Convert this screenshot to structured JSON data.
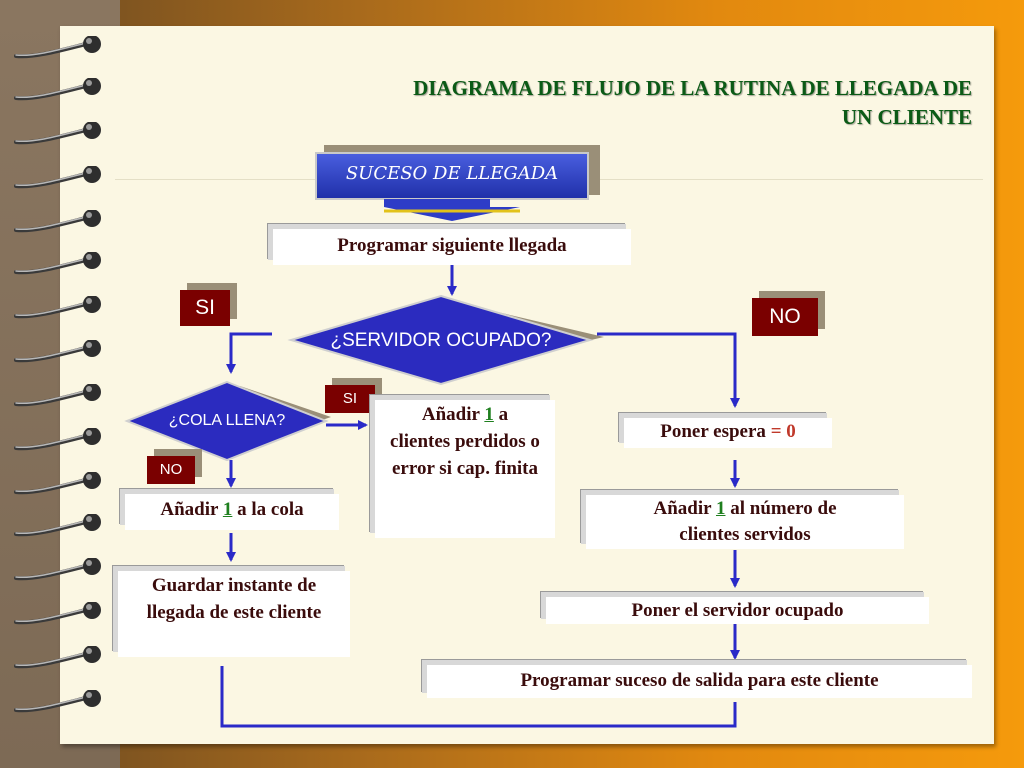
{
  "title_line1": "DIAGRAMA DE FLUJO DE LA RUTINA DE LLEGADA DE",
  "title_line2": "UN CLIENTE",
  "event": "SUCESO DE LLEGADA",
  "schedule_next": "Programar siguiente llegada",
  "decision_server": "¿SERVIDOR OCUPADO?",
  "decision_queue": "¿COLA LLENA?",
  "labels": {
    "si_big": "SI",
    "no_big": "NO",
    "si_small": "SI",
    "no_small": "NO"
  },
  "add_queue": {
    "pre": "Añadir ",
    "num": "1",
    "post": " a la cola"
  },
  "lost": {
    "pre": "Añadir ",
    "num": "1",
    "post": " a",
    "rest": "clientes perdidos o error si cap. finita"
  },
  "save_arrival": "Guardar instante de llegada de este cliente",
  "wait": {
    "pre": "Poner espera ",
    "val": "= 0"
  },
  "served": {
    "pre": "Añadir ",
    "num": "1",
    "post": " al número de",
    "rest": "clientes servidos"
  },
  "server_busy": "Poner el servidor ocupado",
  "schedule_departure": "Programar suceso de salida para este cliente",
  "colors": {
    "arrow": "#2a2ac8",
    "diamond": "#2b2bbf",
    "title": "#0b5a16",
    "tag": "#7a0000"
  }
}
